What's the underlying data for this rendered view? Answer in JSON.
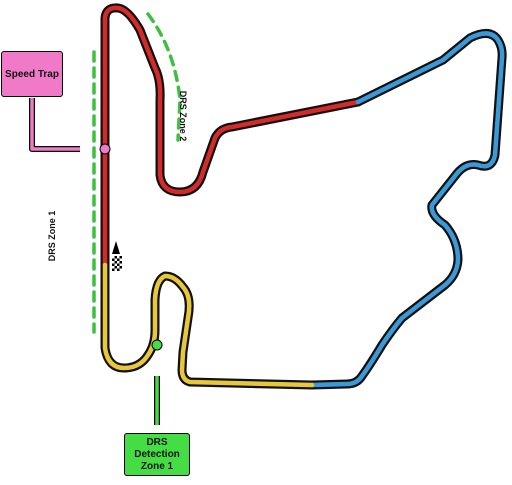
{
  "labels": {
    "speed_trap": "Speed Trap",
    "drs_zone_1": "DRS Zone 1",
    "drs_zone_2": "DRS Zone 2",
    "drs_detection_line1": "DRS",
    "drs_detection_line2": "Detection",
    "drs_detection_line3": "Zone 1"
  },
  "colors": {
    "sector_1": "#e8c83a",
    "sector_2": "#3a9ad9",
    "sector_3": "#d42a2a",
    "track_outline": "#111111",
    "speed_trap": "#f07ac8",
    "drs_zone": "#3fbf3f",
    "drs_detection": "#44dd44",
    "background": "#ffffff"
  },
  "icons": {
    "start_finish": "checkered-flag-icon",
    "direction": "direction-arrow-icon"
  }
}
